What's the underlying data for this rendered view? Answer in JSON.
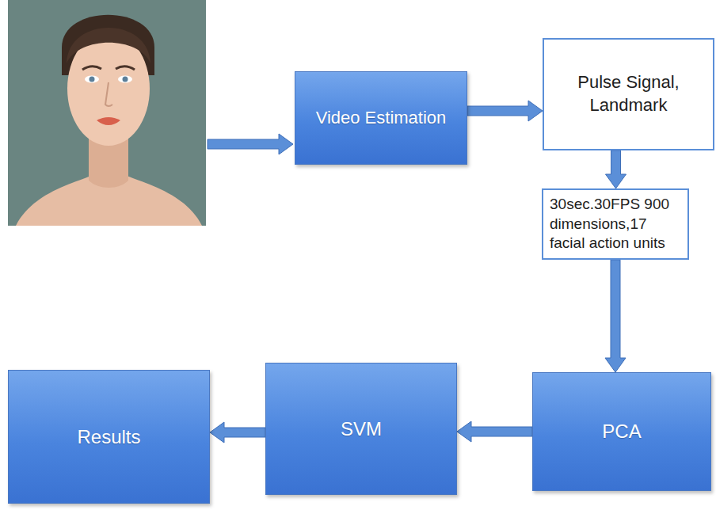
{
  "diagram": {
    "nodes": [
      {
        "text": [
          "Video Estimation"
        ]
      },
      {
        "text": [
          "Pulse Signal, Landmark"
        ]
      },
      {
        "text": [
          "30sec.30FPS 900 dimensions,17 facial action units"
        ]
      },
      {
        "text": [
          "Results"
        ]
      },
      {
        "text": [
          "SVM"
        ]
      },
      {
        "text": [
          "PCA"
        ]
      }
    ],
    "edges": [
      {
        "from": 0,
        "to": 1,
        "arrow": "to"
      },
      {
        "from": 1,
        "to": 2,
        "arrow": "to"
      },
      {
        "from": 2,
        "to": 5,
        "arrow": "to"
      },
      {
        "from": 5,
        "to": 4,
        "arrow": "to"
      },
      {
        "from": 4,
        "to": 3,
        "arrow": "to"
      }
    ]
  }
}
